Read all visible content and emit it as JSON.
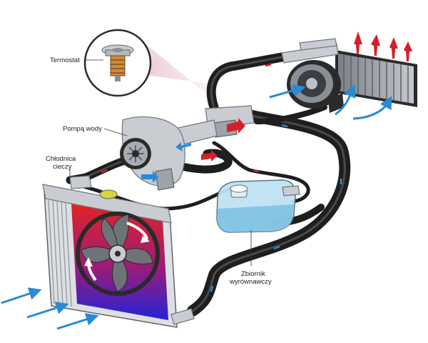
{
  "labels": {
    "thermostat": "Termostat",
    "water_pump": "Pompą wody",
    "radiator_line1": "Chłodnica",
    "radiator_line2": "cieczy",
    "reservoir_line1": "Zbiornik",
    "reservoir_line2": "wyrównawczy"
  },
  "colors": {
    "hot_flow": "#d4202a",
    "cool_flow": "#2a8ad4",
    "hose": "#1e1e1e",
    "metal": "#c9ccd0",
    "reservoir": "#a9d4ec"
  },
  "icons": [
    "thermostat-icon",
    "water-pump-icon",
    "radiator-icon",
    "fan-icon",
    "heater-core-icon",
    "blower-icon",
    "reservoir-icon"
  ]
}
